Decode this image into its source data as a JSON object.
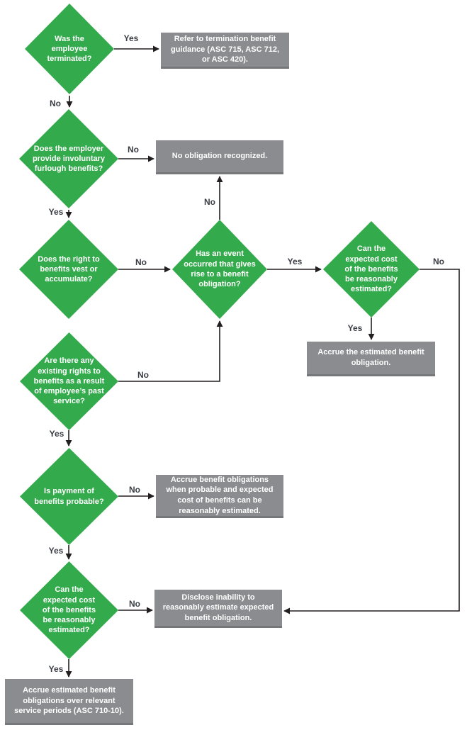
{
  "colors": {
    "green": "#33ab4c",
    "gray": "#8a8c90",
    "gray_edge": "#75777b",
    "line": "#231f20",
    "label": "#3a3d44",
    "text": "#ffffff",
    "background": "#ffffff"
  },
  "decisions": {
    "terminated": "Was the employee terminated?",
    "furlough": "Does the employer provide involuntary furlough benefits?",
    "vest": "Does the right to benefits vest or accumulate?",
    "event": "Has an event occurred that gives rise to a benefit obligation?",
    "estimate_right": "Can the expected cost of the benefits be reasonably estimated?",
    "existing_rights": "Are there any existing rights to benefits as a result of employee’s past service?",
    "probable": "Is payment of benefits probable?",
    "estimate_bottom": "Can the expected cost of the benefits be reasonably estimated?"
  },
  "outcomes": {
    "refer": "Refer to termination benefit guidance (ASC 715, ASC 712, or ASC 420).",
    "no_obligation": "No obligation recognized.",
    "accrue_estimated": "Accrue the estimated benefit obligation.",
    "accrue_when": "Accrue benefit obligations when probable and expected cost of benefits can be reasonably estimated.",
    "disclose": "Disclose inability to reasonably estimate expected benefit obligation.",
    "accrue_over_service": "Accrue estimated benefit obligations over relevant service periods (ASC 710-10)."
  },
  "edges": [
    {
      "from": "terminated",
      "to": "refer",
      "label": "Yes"
    },
    {
      "from": "terminated",
      "to": "furlough",
      "label": "No"
    },
    {
      "from": "furlough",
      "to": "no_obligation",
      "label": "No"
    },
    {
      "from": "furlough",
      "to": "vest",
      "label": "Yes"
    },
    {
      "from": "vest",
      "to": "event",
      "label": "No"
    },
    {
      "from": "event",
      "to": "estimate_right",
      "label": "Yes"
    },
    {
      "from": "event",
      "to": "no_obligation",
      "label": "No"
    },
    {
      "from": "estimate_right",
      "to": "accrue_estimated",
      "label": "Yes"
    },
    {
      "from": "existing_rights",
      "to": "event",
      "label": "No"
    },
    {
      "from": "existing_rights",
      "to": "probable",
      "label": "Yes"
    },
    {
      "from": "probable",
      "to": "accrue_when",
      "label": "No"
    },
    {
      "from": "probable",
      "to": "estimate_bottom",
      "label": "Yes"
    },
    {
      "from": "estimate_bottom",
      "to": "disclose",
      "label": "No"
    },
    {
      "from": "estimate_bottom",
      "to": "accrue_over_service",
      "label": "Yes"
    },
    {
      "from": "estimate_right",
      "to": "disclose",
      "label": "No"
    }
  ]
}
